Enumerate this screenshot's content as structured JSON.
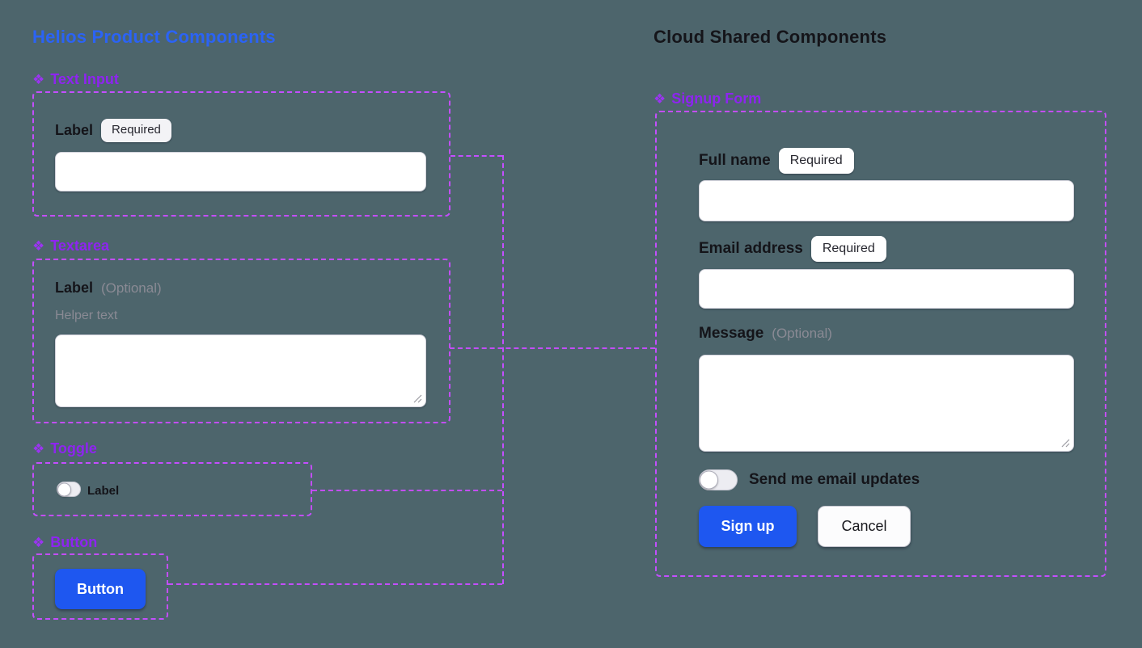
{
  "colors": {
    "canvas_background": "#4D656C",
    "dashed_outline": "#C44EFF",
    "component_purple": "#8E24F0",
    "helios_title_blue": "#2B63F5",
    "primary_button_blue": "#1E57F0"
  },
  "helios": {
    "title": "Helios Product Components",
    "sections": {
      "text_input": {
        "icon": "❖",
        "title": "Text Input",
        "label": "Label",
        "badge": "Required"
      },
      "textarea": {
        "icon": "❖",
        "title": "Textarea",
        "label": "Label",
        "optional": "(Optional)",
        "helper": "Helper text"
      },
      "toggle": {
        "icon": "❖",
        "title": "Toggle",
        "label": "Label"
      },
      "button": {
        "icon": "❖",
        "title": "Button",
        "label": "Button"
      }
    }
  },
  "cloud": {
    "title": "Cloud Shared Components",
    "signup_form": {
      "icon": "❖",
      "title": "Signup Form",
      "full_name_label": "Full name",
      "full_name_badge": "Required",
      "email_label": "Email address",
      "email_badge": "Required",
      "message_label": "Message",
      "message_optional": "(Optional)",
      "updates_label": "Send me email updates",
      "signup_label": "Sign up",
      "cancel_label": "Cancel"
    }
  }
}
